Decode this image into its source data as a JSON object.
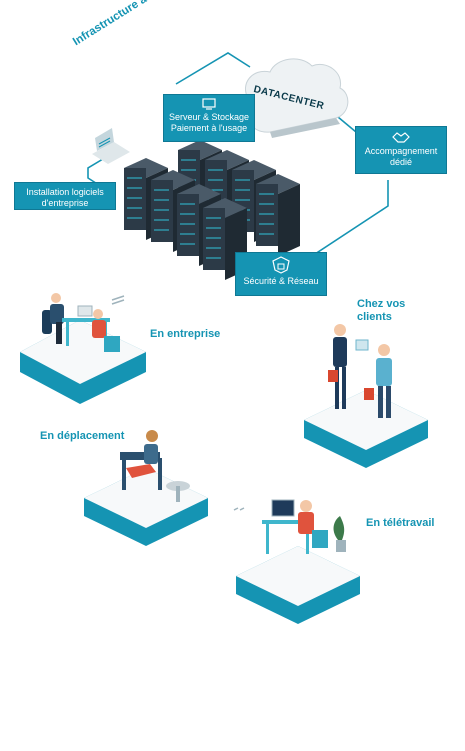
{
  "iaas_label": "Infrastructure as a Service",
  "datacenter_label": "DATACENTER",
  "tags": {
    "server": [
      "Serveur & Stockage",
      "Paiement à l'usage"
    ],
    "support": [
      "Accompagnement",
      "dédié"
    ],
    "install": [
      "Installation logiciels",
      "d'entreprise"
    ],
    "security": "Sécurité & Réseau"
  },
  "scenes": {
    "enterprise": "En entreprise",
    "clients": [
      "Chez vos",
      "clients"
    ],
    "travel": "En déplacement",
    "remote": "En télétravail"
  },
  "colors": {
    "accent": "#1594b3",
    "platform_side": "#1594b3",
    "platform_top": "#f7f9fa"
  }
}
